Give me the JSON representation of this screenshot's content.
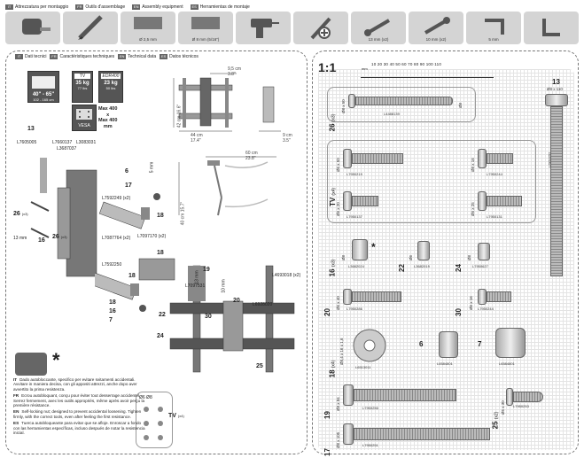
{
  "tools": {
    "labels": [
      {
        "code": "IT",
        "text": "Attrezzatura per montaggio"
      },
      {
        "code": "FR",
        "text": "Outils d'assemblage"
      },
      {
        "code": "EN",
        "text": "Assembly equipment"
      },
      {
        "code": "ES",
        "text": "Herramientas de montaje"
      }
    ],
    "items": [
      {
        "icon": "tape-measure-icon",
        "caption": ""
      },
      {
        "icon": "pencil-icon",
        "caption": ""
      },
      {
        "icon": "drill-bit-icon",
        "caption": "Ø 2,5 mm"
      },
      {
        "icon": "drill-bit-icon",
        "caption": "Ø 8 mm (5/16\")"
      },
      {
        "icon": "power-drill-icon",
        "caption": ""
      },
      {
        "icon": "screwdriver-icon",
        "caption": ""
      },
      {
        "icon": "wrench-icon",
        "caption": "13 mm (x2)"
      },
      {
        "icon": "wrench-icon",
        "caption": "10 mm (x2)"
      },
      {
        "icon": "hex-key-icon",
        "caption": "5 mm"
      },
      {
        "icon": "allen-key-icon",
        "caption": ""
      }
    ]
  },
  "left": {
    "header": [
      {
        "code": "IT",
        "text": "Dati tecnici"
      },
      {
        "code": "FR",
        "text": "Caractéristiques techniques"
      },
      {
        "code": "EN",
        "text": "Technical data"
      },
      {
        "code": "ES",
        "text": "Datos técnicos"
      }
    ],
    "specs": {
      "screen": "40\" - 65\"",
      "screen_sub": "102 - 165 cm",
      "load": "35 kg",
      "load_sub": "77 lbs",
      "edr": "EDR400",
      "edr_load": "23 kg",
      "edr_sub": "50 lbs",
      "vesa": "VESA",
      "vesa_max1": "Max 400",
      "vesa_x": "x",
      "vesa_max2": "Max 400",
      "vesa_unit": "mm"
    },
    "dims": {
      "d1": "9,5 cm",
      "d1i": "3.8\"",
      "d2": "42 cm",
      "d2i": "16.6\"",
      "d3": "44 cm",
      "d3i": "17.4\"",
      "d4": "9 cm",
      "d4i": "3.5\"",
      "d5": "60 cm",
      "d5i": "23.8\"",
      "d6": "40 cm",
      "d6i": "15.7\""
    },
    "parts": {
      "L7605005": "L7605005",
      "L7660137": "L7660137",
      "L3687037": "L3687037",
      "L3083031": "L3083031",
      "L7592249": "L7592249 (x2)",
      "L7087764": "L7087764 (x2)",
      "L7097170": "L7097170 (x2)",
      "L7592250": "L7592250",
      "L7097531": "L7097531",
      "L4693018": "L4693018 (x2)",
      "L6928020": "L6928020",
      "mm13a": "13 mm",
      "mm5": "5 mm",
      "mm13b": "13 mm",
      "mm10": "10 mm",
      "n13": "13",
      "n26": "26",
      "n26x": "(x3)",
      "n16": "16",
      "n26b": "26",
      "n26bx": "(x3)",
      "n6": "6",
      "n17": "17",
      "n18a": "18",
      "n18b": "18",
      "n18c": "18",
      "n18d": "18",
      "n19": "19",
      "n16b": "16",
      "n7": "7",
      "n20": "20",
      "n22": "22",
      "n30": "30",
      "n24": "24",
      "n25": "25",
      "tv": "TV",
      "tvx": "(x4)",
      "d66": "Ø6  Ø8"
    },
    "legend": [
      {
        "code": "IT",
        "text": "Dado autobloccante, specifico per evitare svitamenti accidentali. Avvitare in maniera decisa, con gli appositi attrezzi, anche dopo aver avvertito la prima resistenza."
      },
      {
        "code": "FR",
        "text": "Ecrou autobloquant, conçu pour éviter tout desserrage accidentel. Serrez fermement, avec les outils appropriés, même après avoir perçu la première résistance."
      },
      {
        "code": "EN",
        "text": "Self-locking nut; designed to prevent accidental loosening. Tighten firmly, with the correct tools, even after feeling the first resistance."
      },
      {
        "code": "ES",
        "text": "Tuerca autobloqueante para evitar que se afloje. Enroscar a fondo con las herramientas específicas, incluso después de notar la resistencia inicial."
      }
    ],
    "asterisk": "*"
  },
  "right": {
    "scale": "1:1",
    "ruler_mm": "mm",
    "ruler_nums": "10 20 30 40 50 60 70 80 90 100 110",
    "parts": [
      {
        "num": "26",
        "qty": "(x3)",
        "code": "L4488139",
        "size": "Ø8 x 50",
        "size2": "Ø8"
      },
      {
        "num": "TV",
        "qty": "(x4)",
        "code": "L7950219",
        "size": "Ø6 x 50"
      },
      {
        "num": "",
        "qty": "",
        "code": "L7950244",
        "size": "Ø8 x 16"
      },
      {
        "num": "",
        "qty": "",
        "code": "L7950137",
        "size": "Ø6 x 20"
      },
      {
        "num": "",
        "qty": "",
        "code": "L7950131",
        "size": "Ø6 x 25"
      },
      {
        "num": "16",
        "qty": "(x3)",
        "code": "L3682024",
        "size": "Ø8"
      },
      {
        "num": "22",
        "qty": "",
        "code": "L3682019",
        "size": "Ø6"
      },
      {
        "num": "24",
        "qty": "",
        "code": "L7950627",
        "size": "Ø8"
      },
      {
        "num": "20",
        "qty": "",
        "code": "L7950286",
        "size": "Ø6 x 40"
      },
      {
        "num": "30",
        "qty": "",
        "code": "L7950244",
        "size": "Ø6 x 16"
      },
      {
        "num": "18",
        "qty": "(x4)",
        "code": "L6513011",
        "size": "Ø8,4 x 16 x 1,6"
      },
      {
        "num": "6",
        "qty": "",
        "code": "L6584801",
        "size": ""
      },
      {
        "num": "7",
        "qty": "",
        "code": "L6584801",
        "size": ""
      },
      {
        "num": "19",
        "qty": "",
        "code": "L7950256",
        "size": "Ø8 x 84"
      },
      {
        "num": "25",
        "qty": "(x2)",
        "code": "L7950253",
        "size": "Ø5 x 30"
      },
      {
        "num": "17",
        "qty": "",
        "code": "L7950251",
        "size": "Ø8 x 105"
      },
      {
        "num": "13",
        "qty": "",
        "code": "L7950252",
        "size": "Ø8 x 110"
      }
    ]
  }
}
